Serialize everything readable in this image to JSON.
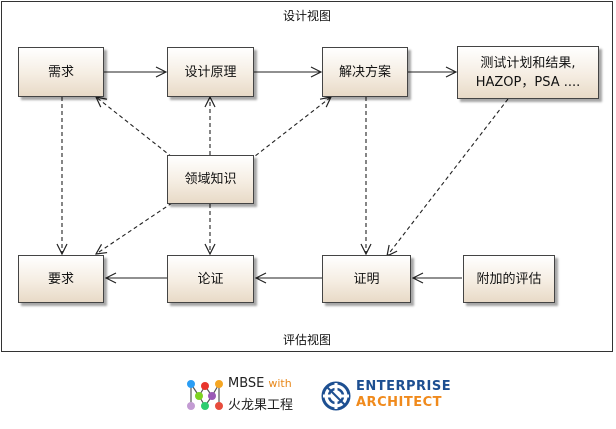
{
  "views": {
    "top_label": "设计视图",
    "bottom_label": "评估视图"
  },
  "nodes": {
    "requirements": "需求",
    "design_principles": "设计原理",
    "solution": "解决方案",
    "test_plan_line1": "测试计划和结果,",
    "test_plan_line2": "HAZOP，PSA ....",
    "domain_knowledge": "领域知识",
    "demands": "要求",
    "argumentation": "论证",
    "proof": "证明",
    "additional_assessment": "附加的评估"
  },
  "edges": [
    {
      "from": "requirements",
      "to": "design_principles",
      "style": "solid"
    },
    {
      "from": "design_principles",
      "to": "solution",
      "style": "solid"
    },
    {
      "from": "solution",
      "to": "test_plan",
      "style": "solid"
    },
    {
      "from": "domain_knowledge",
      "to": "requirements",
      "style": "dashed"
    },
    {
      "from": "domain_knowledge",
      "to": "design_principles",
      "style": "dashed"
    },
    {
      "from": "domain_knowledge",
      "to": "solution",
      "style": "dashed"
    },
    {
      "from": "domain_knowledge",
      "to": "demands",
      "style": "dashed"
    },
    {
      "from": "domain_knowledge",
      "to": "argumentation",
      "style": "dashed"
    },
    {
      "from": "requirements",
      "to": "demands",
      "style": "dashed"
    },
    {
      "from": "solution",
      "to": "proof",
      "style": "dashed"
    },
    {
      "from": "test_plan",
      "to": "proof",
      "style": "dashed"
    },
    {
      "from": "additional_assessment",
      "to": "proof",
      "style": "solid"
    },
    {
      "from": "proof",
      "to": "argumentation",
      "style": "solid"
    },
    {
      "from": "argumentation",
      "to": "demands",
      "style": "solid"
    }
  ],
  "footer": {
    "mbse_title": "MBSE",
    "mbse_with": "with",
    "mbse_subtitle": "火龙果工程",
    "ea_line1": "ENTERPRISE",
    "ea_line2": "ARCHITECT",
    "colors": {
      "orange": "#f08a1c",
      "blue": "#1d4f91"
    }
  }
}
